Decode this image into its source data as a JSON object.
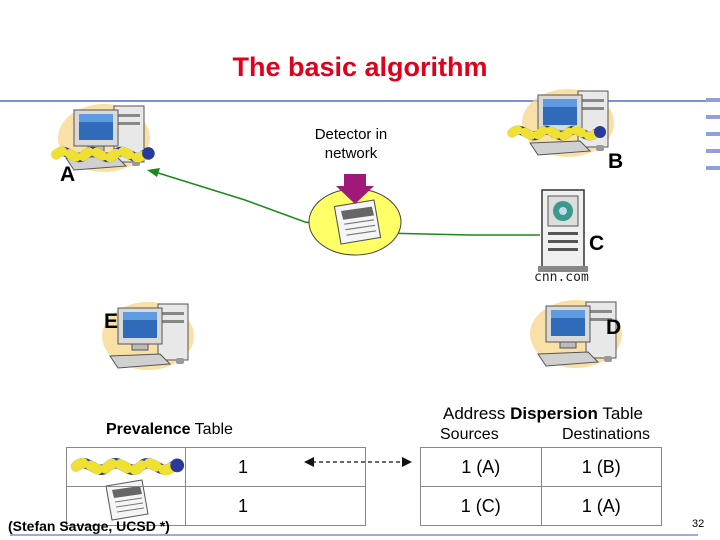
{
  "slide": {
    "title": "The basic algorithm",
    "page_number": "32",
    "credit": "(Stefan Savage, UCSD *)"
  },
  "diagram": {
    "detector_label_line1": "Detector in",
    "detector_label_line2": "network",
    "hosts": [
      {
        "id": "A",
        "label": "A",
        "infected": true
      },
      {
        "id": "B",
        "label": "B",
        "infected": true
      },
      {
        "id": "C",
        "label": "C",
        "server_name": "cnn.com"
      },
      {
        "id": "D",
        "label": "D",
        "infected": true
      },
      {
        "id": "E",
        "label": "E",
        "infected": true
      }
    ],
    "colors": {
      "title": "#e0001b",
      "link_line": "#1a8a1a",
      "detector_arrow": "#a01878",
      "detector_ellipse": "#ffff66",
      "worm": "#f0e030",
      "accent_rule": "#7f8fd1"
    }
  },
  "prevalence_table": {
    "title_bold": "Prevalence",
    "title_rest": " Table",
    "rows": [
      {
        "icon": "worm-icon",
        "count": "1"
      },
      {
        "icon": "newspaper-icon",
        "count": "1"
      }
    ]
  },
  "address_dispersion_table": {
    "title_pre": "Address ",
    "title_bold": "Dispersion",
    "title_post": " Table",
    "col_sources": "Sources",
    "col_destinations": "Destinations",
    "rows": [
      {
        "sources": "1 (A)",
        "destinations": "1 (B)"
      },
      {
        "sources": "1 (C)",
        "destinations": "1 (A)"
      }
    ]
  }
}
